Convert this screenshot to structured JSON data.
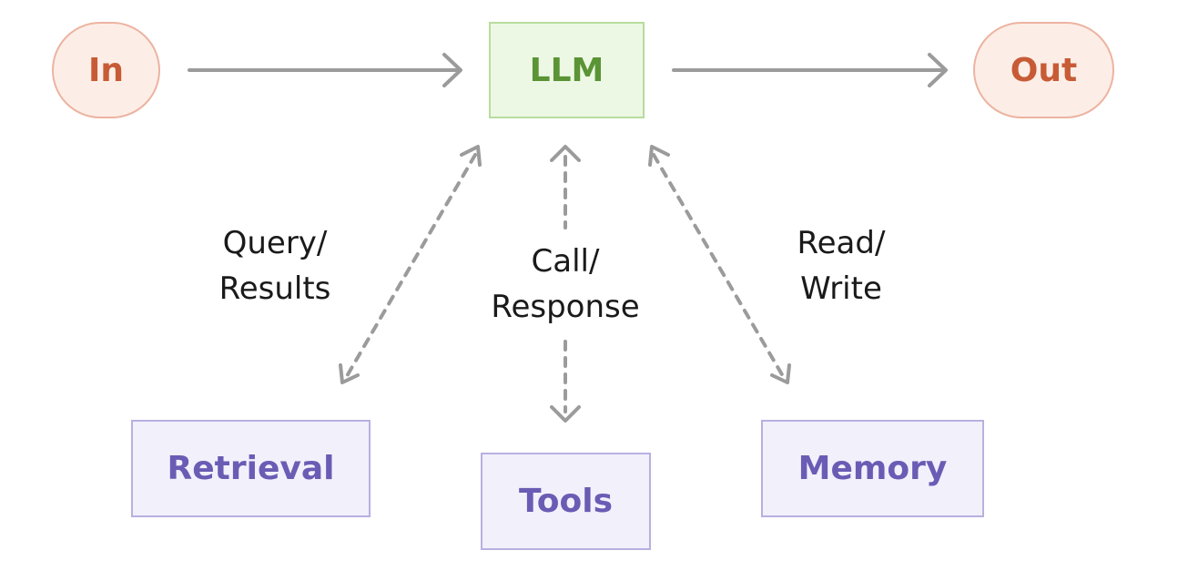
{
  "nodes": {
    "input": "In",
    "llm": "LLM",
    "output": "Out",
    "retrieval": "Retrieval",
    "tools": "Tools",
    "memory": "Memory"
  },
  "edges": {
    "retrieval": [
      "Query/",
      "Results"
    ],
    "tools": [
      "Call/",
      "Response"
    ],
    "memory": [
      "Read/",
      "Write"
    ]
  },
  "colors": {
    "arrow": "#9b9b9b",
    "io_border": "#EDB3A1",
    "io_fill": "#FCEEE7",
    "io_text": "#C75B36",
    "llm_border": "#B7DC9E",
    "llm_fill": "#EDF8E4",
    "llm_text": "#5A9435",
    "module_border": "#B8B0E0",
    "module_fill": "#F2F0FB",
    "module_text": "#6A5CB4"
  }
}
